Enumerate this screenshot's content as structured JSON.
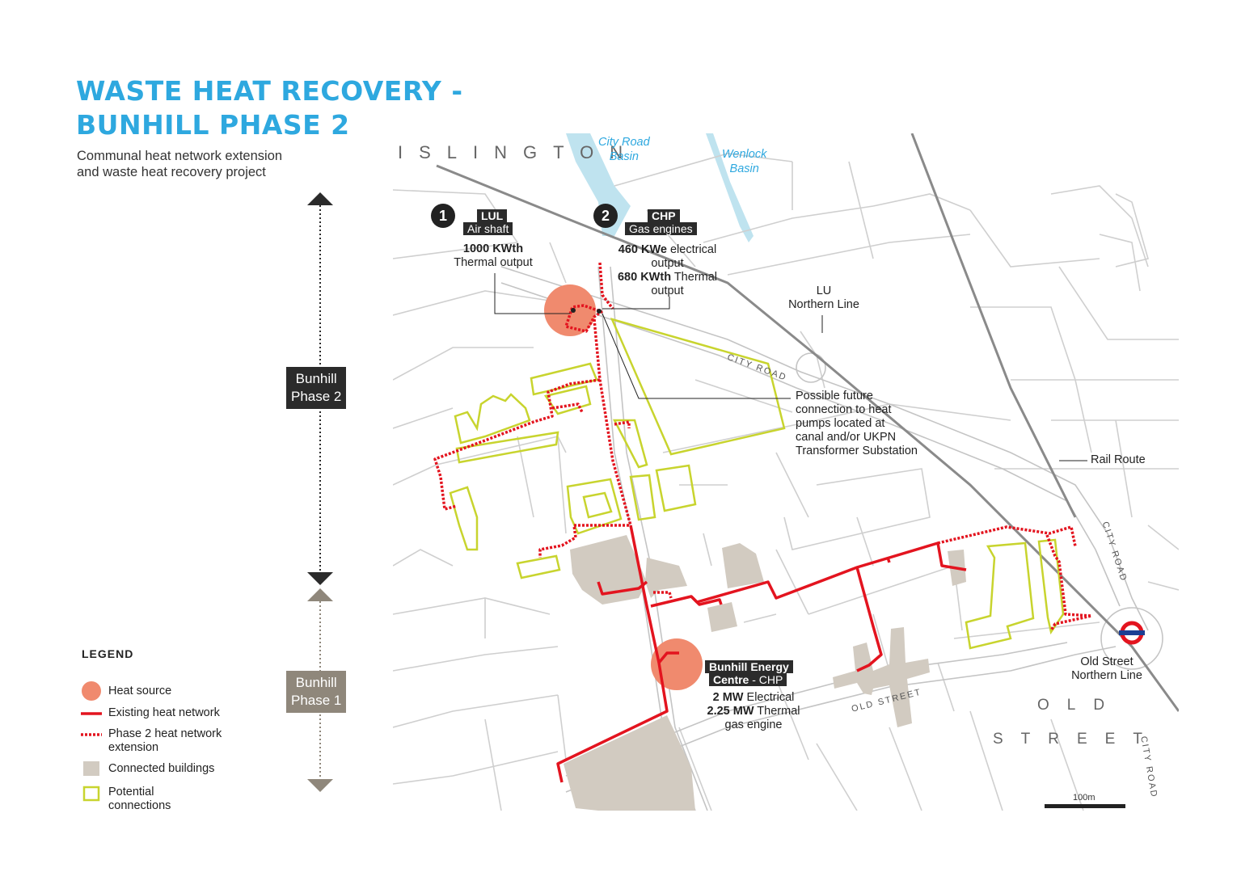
{
  "title": {
    "line1": "WASTE HEAT RECOVERY -",
    "line2": "BUNHILL PHASE 2"
  },
  "subtitle": {
    "line1": "Communal heat network extension",
    "line2": "and waste heat recovery project"
  },
  "phases": {
    "phase2": {
      "line1": "Bunhill",
      "line2": "Phase 2",
      "color": "#2b2b2b"
    },
    "phase1": {
      "line1": "Bunhill",
      "line2": "Phase 1",
      "color": "#8f877b"
    }
  },
  "legend": {
    "title": "LEGEND",
    "heat_source": "Heat source",
    "existing": "Existing heat network",
    "phase2_line1": "Phase 2 heat network",
    "phase2_line2": "extension",
    "connected": "Connected buildings",
    "potential_line1": "Potential",
    "potential_line2": "connections"
  },
  "colors": {
    "heat_source": "#f08a6e",
    "network": "#e3141f",
    "connected": "#d2cbc1",
    "potential": "#c8d42e",
    "water": "#bfe3ef",
    "roads": "#c9c9c9",
    "rail": "#8a8a8a",
    "tube_red": "#e3141f",
    "tube_blue": "#1c3f94"
  },
  "sources": {
    "s1": {
      "number": "1",
      "tag": "LUL",
      "sub": "Air shaft",
      "v1": "1000 KWth",
      "v1b": "Thermal output"
    },
    "s2": {
      "number": "2",
      "tag": "CHP",
      "sub": "Gas engines",
      "v1": "460 KWe",
      "v1t": " electrical",
      "v1b": "output",
      "v2": "680 KWth",
      "v2t": " Thermal",
      "v2b": "output"
    },
    "energy_centre": {
      "tag1": "Bunhill Energy",
      "tag2": "Centre",
      "tag2b": " - CHP",
      "v1": "2 MW",
      "v1t": " Electrical",
      "v2": "2.25 MW",
      "v2t": " Thermal",
      "v3": "gas engine"
    }
  },
  "labels": {
    "islington": "ISLINGTON",
    "city_road_basin_1": "City Road",
    "city_road_basin_2": "Basin",
    "wenlock_1": "Wenlock",
    "wenlock_2": "Basin",
    "lu_1": "LU",
    "lu_2": "Northern Line",
    "city_road": "CITY ROAD",
    "city_road_2": "CITY ROAD",
    "city_road_3": "CITY ROAD",
    "old_street_road": "OLD STREET",
    "future_1": "Possible future",
    "future_2": "connection to heat",
    "future_3": "pumps located at",
    "future_4": "canal and/or UKPN",
    "future_5": "Transformer Substation",
    "rail_route": "Rail Route",
    "old_street_1": "Old Street",
    "old_street_2": "Northern Line",
    "area_old": "OLD",
    "area_street": "STREET",
    "scale": "100m"
  }
}
